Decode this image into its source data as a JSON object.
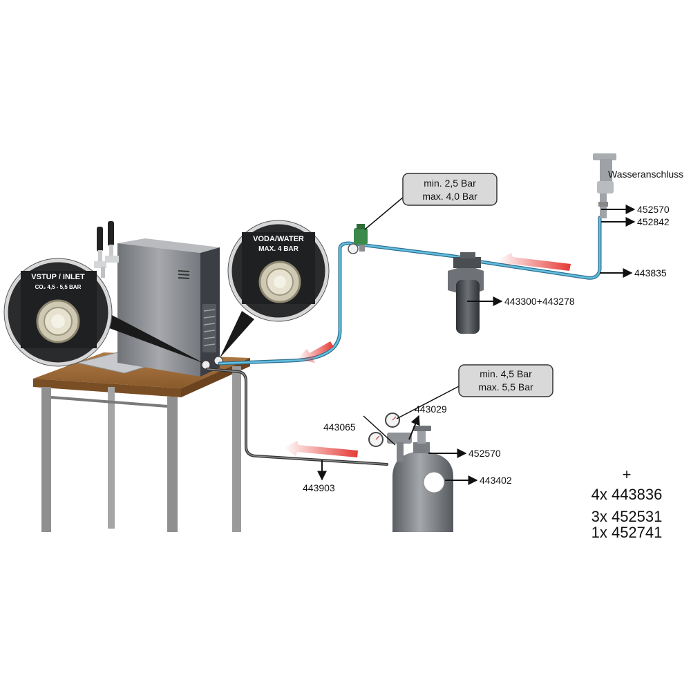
{
  "water_spec": {
    "min": "min. 2,5 Bar",
    "max": "max. 4,0 Bar"
  },
  "co2_spec": {
    "min": "min. 4,5 Bar",
    "max": "max. 5,5 Bar"
  },
  "inlet_badge": {
    "title": "VSTUP / INLET",
    "subtitle": "CO₂ 4,5 - 5,5 BAR"
  },
  "water_badge": {
    "title": "VODA/WATER",
    "subtitle": "MAX. 4 BAR"
  },
  "water_connection_label": "Wasseranschluss",
  "part_numbers": {
    "p452570_top": "452570",
    "p452842": "452842",
    "p443835": "443835",
    "p443300": "443300+443278",
    "p443029": "443029",
    "p443065": "443065",
    "p452570_co2": "452570",
    "p443402": "443402",
    "p443903": "443903"
  },
  "extras": {
    "plus": "+",
    "line1": "4x 443836",
    "line2": "3x 452531",
    "line3": "1x 452741"
  },
  "colors": {
    "water_line": "#4aa3c8",
    "gas_line": "#555555",
    "flow_arrow": "#e53935",
    "table_top": "#9a6a3a",
    "cabinet": "#8d8f94",
    "callout_bg": "#d9d9d9"
  }
}
